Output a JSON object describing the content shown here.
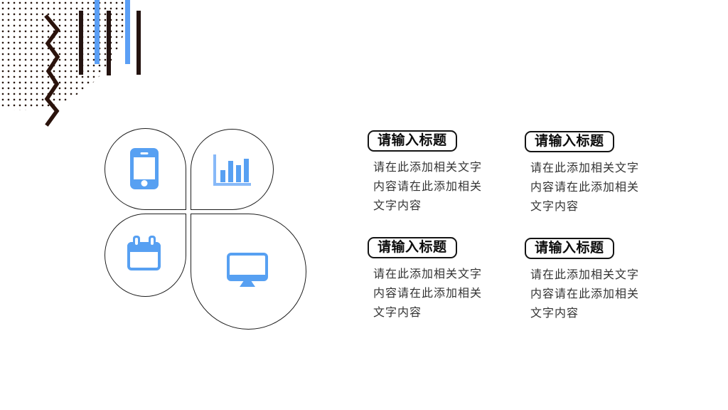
{
  "slide": {
    "type": "presentation-slide",
    "background": "#ffffff",
    "accent_blue": "#57a0f2",
    "accent_blue_light": "#87b9f8",
    "decor_dark": "#241310",
    "outline_color": "#1d1d1d"
  },
  "decor": {
    "dot_pattern": "halftone-dot-blob",
    "zigzag": "vertical-zigzag-line",
    "bars": [
      {
        "name": "bar-dark-1",
        "color": "#241310"
      },
      {
        "name": "bar-blue-1",
        "color": "#5b9ff5"
      },
      {
        "name": "bar-dark-2",
        "color": "#241310"
      },
      {
        "name": "bar-blue-2",
        "color": "#5b9ff5"
      },
      {
        "name": "bar-dark-3",
        "color": "#241310"
      }
    ]
  },
  "clover": {
    "petals": [
      {
        "position": "top-left",
        "icon": "smartphone-icon"
      },
      {
        "position": "top-right",
        "icon": "bar-chart-icon"
      },
      {
        "position": "bottom-left",
        "icon": "calendar-icon"
      },
      {
        "position": "bottom-right",
        "icon": "monitor-icon"
      }
    ],
    "chart_icon_bar_heights": [
      17,
      30,
      24,
      33
    ]
  },
  "content_blocks": [
    {
      "title": "请输入标题",
      "body": "请在此添加相关文字内容请在此添加相关文字内容"
    },
    {
      "title": "请输入标题",
      "body": "请在此添加相关文字内容请在此添加相关文字内容"
    },
    {
      "title": "请输入标题",
      "body": "请在此添加相关文字内容请在此添加相关文字内容"
    },
    {
      "title": "请输入标题",
      "body": "请在此添加相关文字内容请在此添加相关文字内容"
    }
  ]
}
